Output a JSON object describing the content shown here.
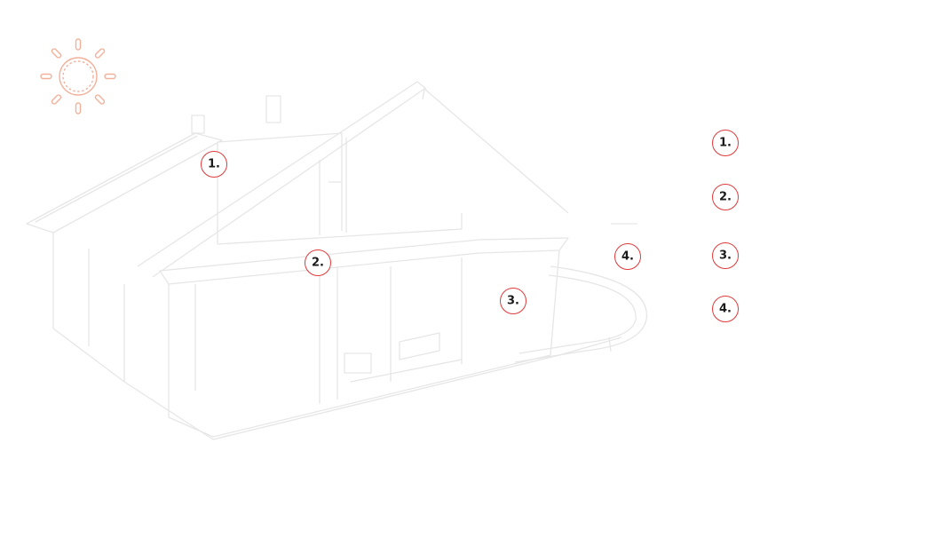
{
  "colors": {
    "accent": "#e03a3a",
    "sun": "#f2b09a",
    "outline": "#e4e4e4"
  },
  "icons": {
    "sun": "sun-icon",
    "house": "house-cutaway-illustration"
  },
  "diagram_markers": [
    {
      "label": "1."
    },
    {
      "label": "2."
    },
    {
      "label": "3."
    },
    {
      "label": "4."
    }
  ],
  "legend_markers": [
    {
      "label": "1."
    },
    {
      "label": "2."
    },
    {
      "label": "3."
    },
    {
      "label": "4."
    }
  ]
}
